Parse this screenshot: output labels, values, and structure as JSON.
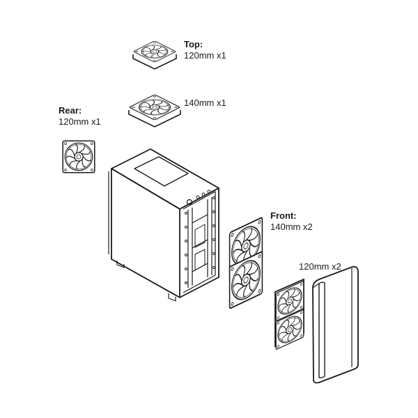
{
  "labels": {
    "top": {
      "title": "Top:",
      "line1": "120mm x1",
      "line2": "140mm x1"
    },
    "rear": {
      "title": "Rear:",
      "line1": "120mm x1"
    },
    "front": {
      "title": "Front:",
      "line1": "140mm x2",
      "line2": "120mm x2"
    }
  },
  "colors": {
    "line": "#1a1a1a",
    "background": "#ffffff"
  }
}
